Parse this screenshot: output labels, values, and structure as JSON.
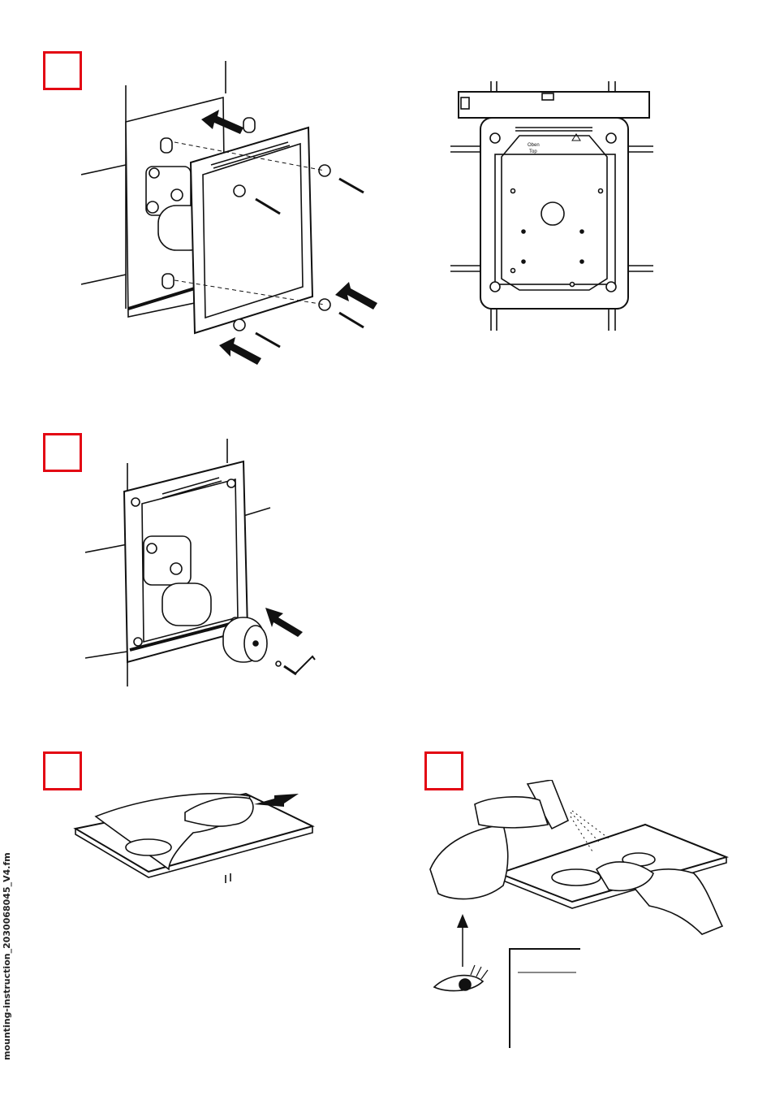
{
  "document": {
    "filename": "mounting-instruction_2030068045_V4.fm",
    "steps": [
      {
        "id": "step-1"
      },
      {
        "id": "step-2"
      },
      {
        "id": "step-3"
      },
      {
        "id": "step-4"
      }
    ],
    "level_labels": {
      "line1": "Oben",
      "line2": "Top"
    },
    "accent_color": "#e30613"
  }
}
